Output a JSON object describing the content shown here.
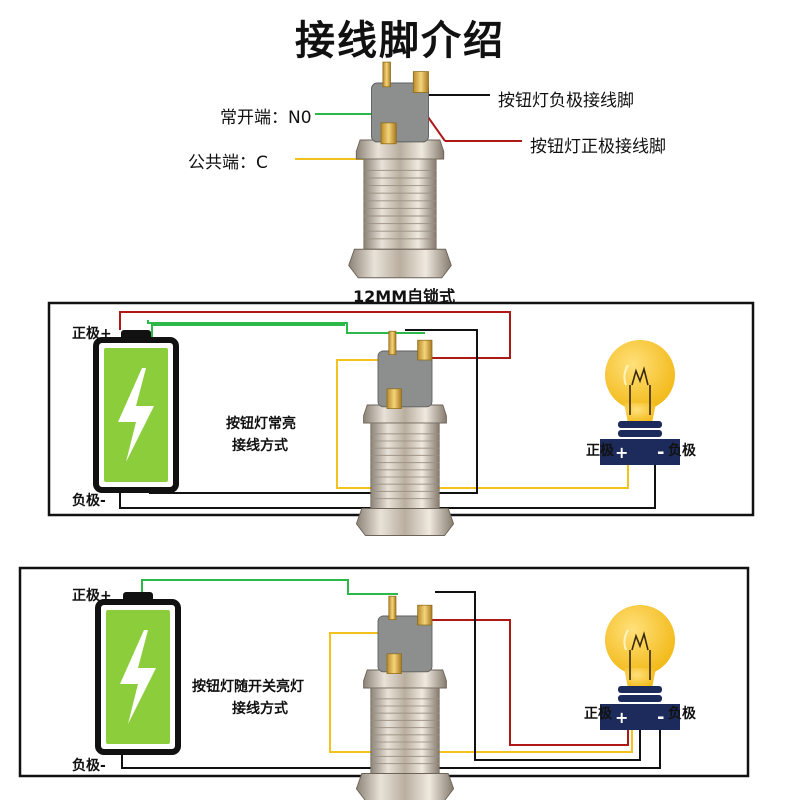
{
  "title": "接线脚介绍",
  "top": {
    "no_label": "常开端：N0",
    "c_label": "公共端：C",
    "neg_label": "按钮灯负极接线脚",
    "pos_label": "按钮灯正极接线脚",
    "caption": "12MM自锁式"
  },
  "panel1": {
    "pos": "正极+",
    "neg": "负极-",
    "desc_line1": "按钮灯常亮",
    "desc_line2": "接线方式",
    "bulb_pos": "正极",
    "bulb_neg": "负极"
  },
  "panel2": {
    "pos": "正极+",
    "neg": "负极-",
    "desc_line1": "按钮灯随开关亮灯",
    "desc_line2": "接线方式",
    "bulb_pos": "正极",
    "bulb_neg": "负极"
  },
  "colors": {
    "green": "#2db84a",
    "red": "#b01818",
    "yellow": "#f2c21d",
    "black": "#111111",
    "battery": "#8ccd3c",
    "bulb": "#f6c21d"
  }
}
